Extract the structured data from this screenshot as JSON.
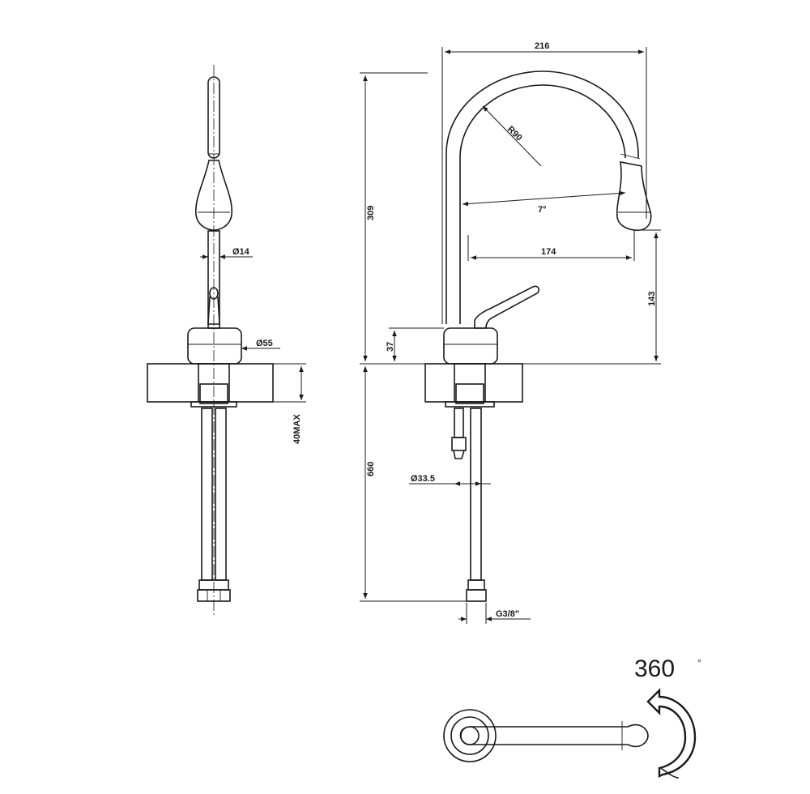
{
  "dimensions": {
    "width_total": "216",
    "height_total": "309",
    "radius": "R90",
    "angle": "7°",
    "reach": "174",
    "spout_height": "143",
    "base_height": "37",
    "pipe_diameter": "Ø14",
    "base_diameter": "Ø55",
    "deck_thickness": "40MAX",
    "hose_length": "660",
    "shank_diameter": "Ø33.5",
    "thread": "G3/8\""
  },
  "rotation": {
    "value": "360",
    "unit": "°"
  }
}
